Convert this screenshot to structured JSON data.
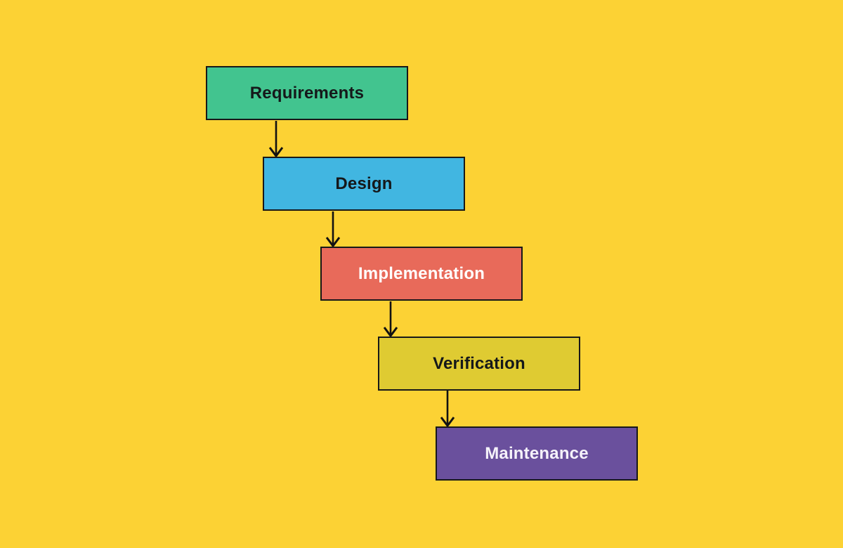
{
  "diagram": {
    "kind": "waterfall-model-flowchart",
    "background_color": "#FCD234",
    "border_color": "#181818",
    "arrow_color": "#121212",
    "stages": [
      {
        "label": "Requirements",
        "fill": "#42C48F",
        "text_color": "#15181A"
      },
      {
        "label": "Design",
        "fill": "#41B6E1",
        "text_color": "#15181A"
      },
      {
        "label": "Implementation",
        "fill": "#E86A5A",
        "text_color": "#FFFFFF"
      },
      {
        "label": "Verification",
        "fill": "#DFCB32",
        "text_color": "#15181A"
      },
      {
        "label": "Maintenance",
        "fill": "#6A509D",
        "text_color": "#F5F2FA"
      }
    ],
    "connections": [
      {
        "from": "Requirements",
        "to": "Design"
      },
      {
        "from": "Design",
        "to": "Implementation"
      },
      {
        "from": "Implementation",
        "to": "Verification"
      },
      {
        "from": "Verification",
        "to": "Maintenance"
      }
    ]
  }
}
